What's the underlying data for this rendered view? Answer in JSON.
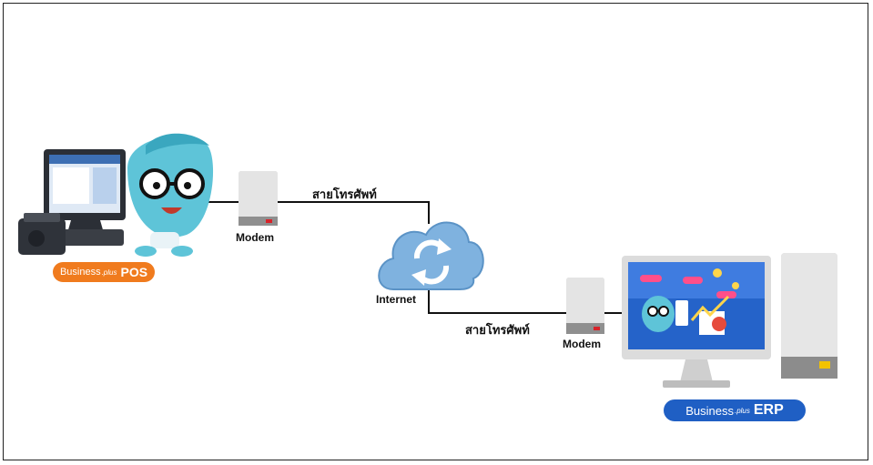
{
  "link_top": {
    "label": "สายโทรศัพท์"
  },
  "link_bottom": {
    "label": "สายโทรศัพท์"
  },
  "modem_left": {
    "label": "Modem"
  },
  "modem_right": {
    "label": "Modem"
  },
  "cloud": {
    "label": "Internet"
  },
  "pos_badge": {
    "prefix": "Business",
    "mid": ".plus",
    "suffix": "POS",
    "color": "#f07b1e"
  },
  "erp_badge": {
    "prefix": "Business",
    "mid": ".plus",
    "suffix": "ERP",
    "color": "#1f5fc4"
  },
  "colors": {
    "cloud": "#6fa6d6",
    "line": "#111111",
    "modem": "#cfcfcf",
    "modem_light": "#d8232a"
  }
}
